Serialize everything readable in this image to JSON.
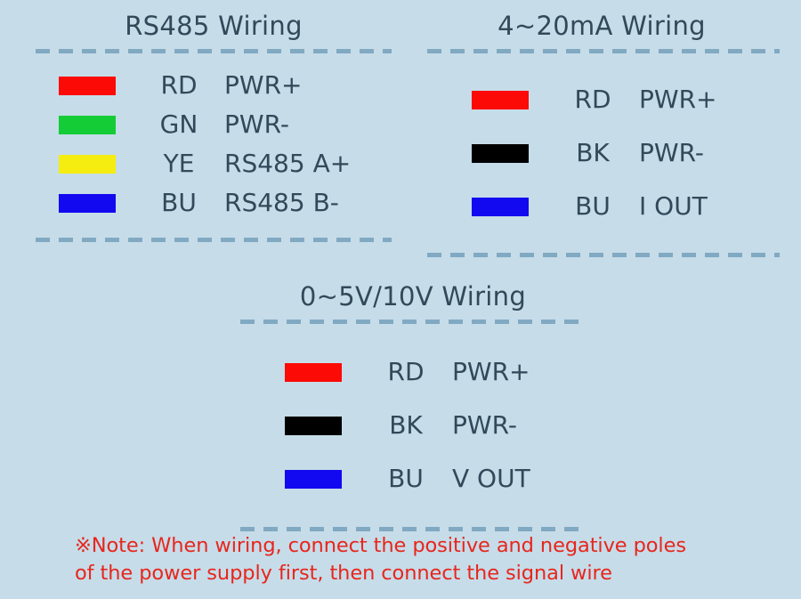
{
  "background_color": "#c6dce9",
  "title_color": "#32495a",
  "dash_color": "#81a9c2",
  "panels": [
    {
      "id": "rs485",
      "title": "RS485 Wiring",
      "rows": [
        {
          "color": "#fb0a06",
          "color_name": "red",
          "code": "RD",
          "function": "PWR+"
        },
        {
          "color": "#14cc35",
          "color_name": "green",
          "code": "GN",
          "function": "PWR-"
        },
        {
          "color": "#f5ed10",
          "color_name": "yellow",
          "code": "YE",
          "function": "RS485 A+"
        },
        {
          "color": "#1209f0",
          "color_name": "blue",
          "code": "BU",
          "function": "RS485 B-"
        }
      ]
    },
    {
      "id": "current",
      "title": "4~20mA Wiring",
      "rows": [
        {
          "color": "#fb0a06",
          "color_name": "red",
          "code": "RD",
          "function": "PWR+"
        },
        {
          "color": "#000000",
          "color_name": "black",
          "code": "BK",
          "function": "PWR-"
        },
        {
          "color": "#1209f0",
          "color_name": "blue",
          "code": "BU",
          "function": "I OUT"
        }
      ]
    },
    {
      "id": "voltage",
      "title": "0~5V/10V Wiring",
      "rows": [
        {
          "color": "#fb0a06",
          "color_name": "red",
          "code": "RD",
          "function": "PWR+"
        },
        {
          "color": "#000000",
          "color_name": "black",
          "code": "BK",
          "function": "PWR-"
        },
        {
          "color": "#1209f0",
          "color_name": "blue",
          "code": "BU",
          "function": "V OUT"
        }
      ]
    }
  ],
  "note": {
    "color": "#e8261c",
    "line1": "※Note: When wiring, connect the positive and negative poles",
    "line2": "of the power supply first, then connect the signal wire"
  }
}
